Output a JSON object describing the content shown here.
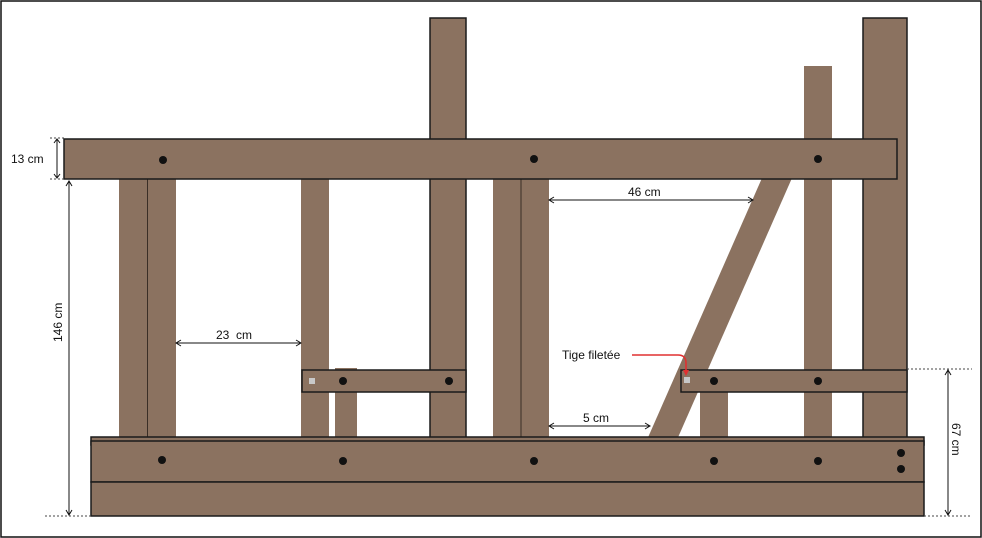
{
  "dimensions": {
    "top_beam_height": "13 cm",
    "total_height": "146 cm",
    "post_gap": "23  cm",
    "brace_gap": "46 cm",
    "small_gap": "5 cm",
    "lower_height": "67 cm"
  },
  "annotations": {
    "threaded_rod": "Tige filetée"
  },
  "colors": {
    "wood": "#8b7260",
    "outline": "#1a1a1a",
    "bolt": "#111111",
    "annotation_arrow": "#e03030"
  }
}
